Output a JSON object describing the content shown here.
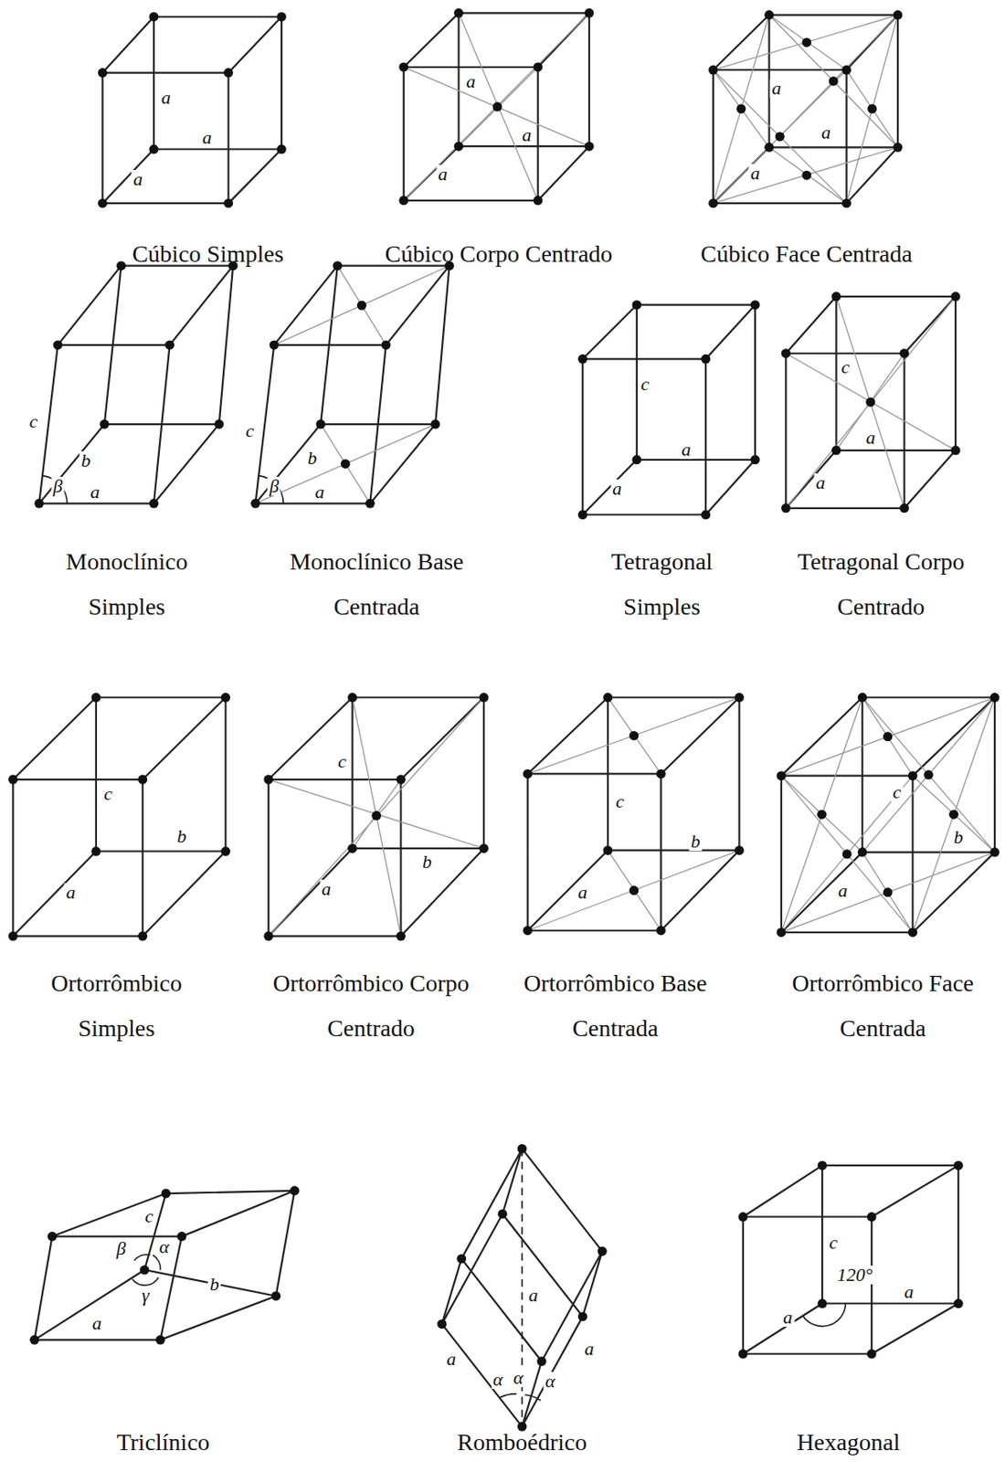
{
  "diagram": {
    "labels": [
      "a",
      "a",
      "a",
      "Cúbico Simples",
      "a",
      "a",
      "a",
      "Cúbico Corpo Centrado",
      "a",
      "a",
      "a",
      "Cúbico Face Centrada",
      "c",
      "b",
      "β",
      "a",
      "Monoclínico Simples",
      "c",
      "β",
      "b",
      "a",
      "Monoclínico Base Centrada",
      "c",
      "a",
      "a",
      "Tetragonal Simples",
      "c",
      "a",
      "a",
      "Tetragonal Corpo Centrado",
      "c",
      "b",
      "a",
      "Ortorrômbico Simples",
      "c",
      "b",
      "a",
      "Ortorrômbico Corpo Centrado",
      "c",
      "b",
      "a",
      "Ortorrômbico Base Centrada",
      "c",
      "b",
      "a",
      "Ortorrômbico Face Centrada",
      "c",
      "β",
      "α",
      "b",
      "γ",
      "a",
      "Triclínico",
      "a",
      "a",
      "α",
      "α",
      "a",
      "α",
      "Romboédrico",
      "c",
      "120°",
      "a",
      "a",
      "Hexagonal"
    ]
  }
}
